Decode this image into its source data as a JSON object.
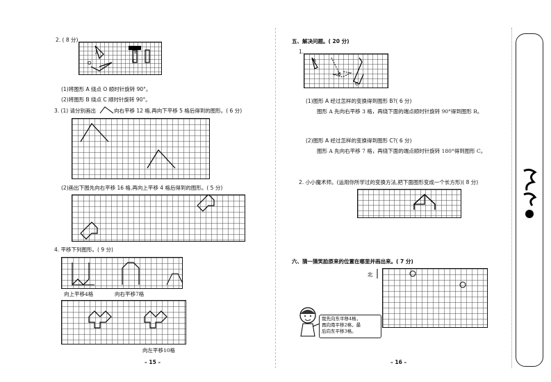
{
  "left": {
    "q2_title": "2. ( 8 分)",
    "q2_sub1": "(1)将图形 A 绕点 O 顺时针旋转 90°。",
    "q2_sub2": "(2)将图形 B 绕点 C 顺时针旋转 90°。",
    "q2_label_A": "A",
    "q2_label_O": "O",
    "q2_label_B": "B",
    "q2_label_C": "C",
    "q3_title_pre": "3. (1) 请分别画出",
    "q3_title_post": "向右平移 12 格,再向下平移 5 格后得到的图形。( 6 分)",
    "q3_sub2": "(2)画出下图先向右平移 16 格,再向上平移 4 格后得到的图形。( 5 分)",
    "q4_title": "4. 平移下列图形。( 9 分)",
    "q4_label1": "向上平移4格",
    "q4_label2": "向右平移7格",
    "q4_label3": "向左平移10格",
    "page_num": "– 15 –"
  },
  "right": {
    "s5_title": "五、解决问题。( 20 分)",
    "s5_q1": "1.",
    "s5_q1_labelA": "A",
    "s5_q1_labelB": "B",
    "s5_q1_labelC": "C",
    "s5_q1_sub1": "(1)图形 A 经过怎样的变换得到图形 B?( 6 分)",
    "s5_q1_ans1": "图形 A 先向右平移 3 格，再绕下面的端点顺时针旋转 90°得到图形 B。",
    "s5_q1_sub2": "(2)图形 A 经过怎样的变换得到图形 C?( 6 分)",
    "s5_q1_ans2": "图形 A 先向右平移 7 格，再绕下面的端点顺时针旋转 180°得到图形 C。",
    "s5_q2": "2. 小小魔术师。(运用你所学过的变换方法,把下面图形变成一个长方形)( 8 分)",
    "s6_title": "六、猜一猜笑脸原来的位置在哪里并画出来。( 7 分)",
    "north": "北",
    "speech_l1": "我先向东平移4格，",
    "speech_l2": "再向南平移2格，最",
    "speech_l3": "后向东平移3格。",
    "page_num": "– 16 –"
  }
}
